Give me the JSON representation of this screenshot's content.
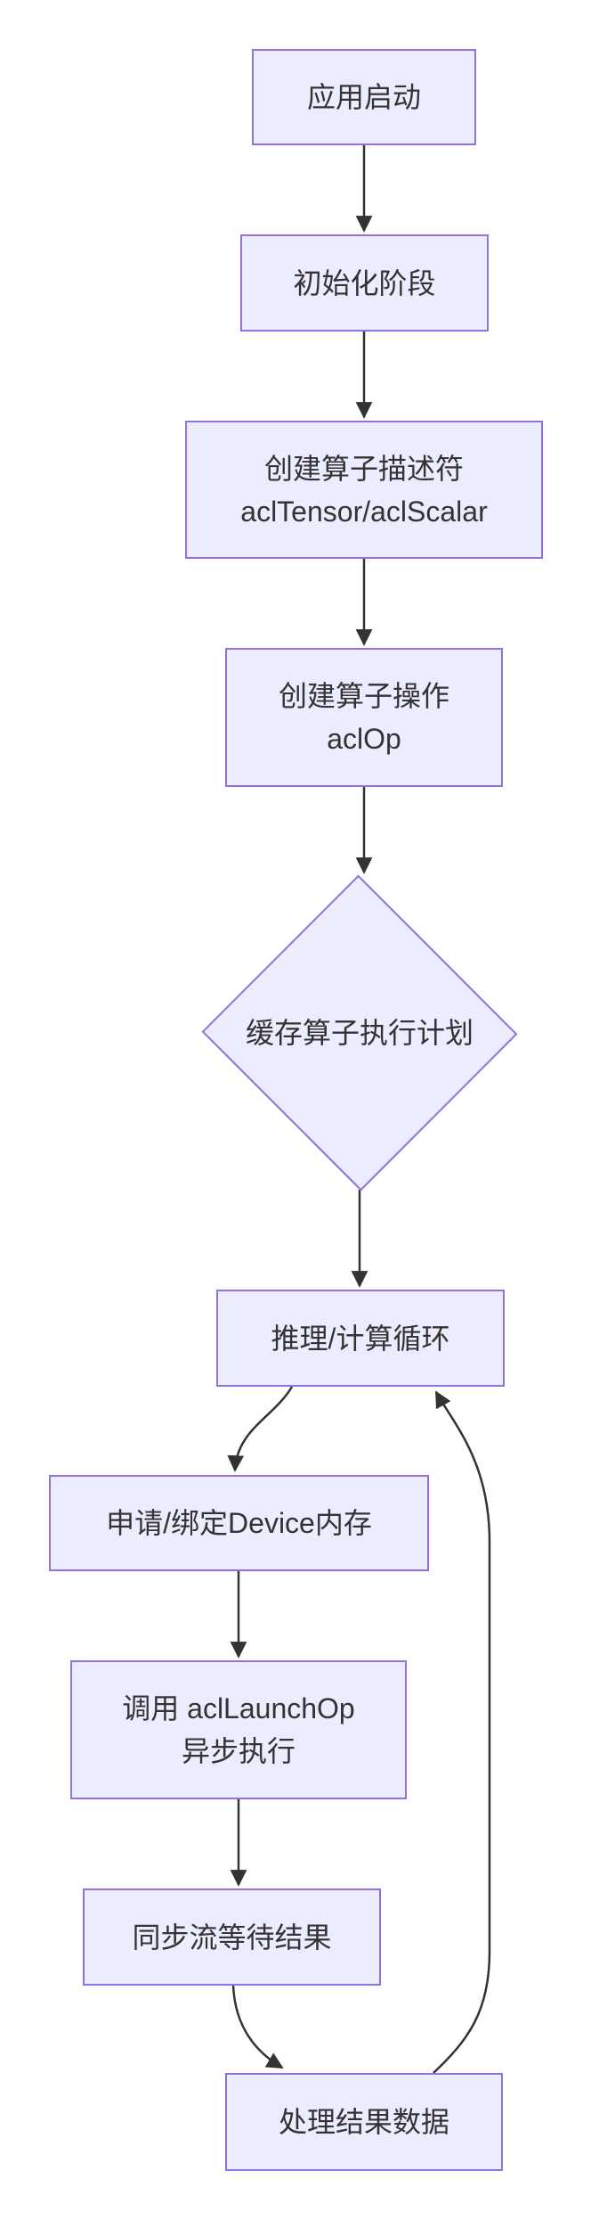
{
  "theme": {
    "background": "#ffffff",
    "node_fill": "#ECECFF",
    "node_border": "#9370DB",
    "text_color": "#333333",
    "arrow_color": "#333333"
  },
  "nodes": {
    "app_start": {
      "shape": "rectangle",
      "line1": "应用启动"
    },
    "init_phase": {
      "shape": "rectangle",
      "line1": "初始化阶段"
    },
    "create_descriptor": {
      "shape": "rectangle",
      "line1": "创建算子描述符",
      "line2": "aclTensor/aclScalar"
    },
    "create_op": {
      "shape": "rectangle",
      "line1": "创建算子操作",
      "line2": "aclOp"
    },
    "cache_plan": {
      "shape": "diamond",
      "line1": "缓存算子执行计划"
    },
    "infer_loop": {
      "shape": "rectangle",
      "line1": "推理/计算循环"
    },
    "bind_memory": {
      "shape": "rectangle",
      "line1": "申请/绑定Device内存"
    },
    "launch_op": {
      "shape": "rectangle",
      "line1": "调用 aclLaunchOp",
      "line2": "异步执行"
    },
    "sync_stream": {
      "shape": "rectangle",
      "line1": "同步流等待结果"
    },
    "process_result": {
      "shape": "rectangle",
      "line1": "处理结果数据"
    }
  },
  "edges": [
    {
      "from": "app_start",
      "to": "init_phase"
    },
    {
      "from": "init_phase",
      "to": "create_descriptor"
    },
    {
      "from": "create_descriptor",
      "to": "create_op"
    },
    {
      "from": "create_op",
      "to": "cache_plan"
    },
    {
      "from": "cache_plan",
      "to": "infer_loop"
    },
    {
      "from": "infer_loop",
      "to": "bind_memory"
    },
    {
      "from": "bind_memory",
      "to": "launch_op"
    },
    {
      "from": "launch_op",
      "to": "sync_stream"
    },
    {
      "from": "sync_stream",
      "to": "process_result"
    },
    {
      "from": "process_result",
      "to": "infer_loop"
    }
  ]
}
